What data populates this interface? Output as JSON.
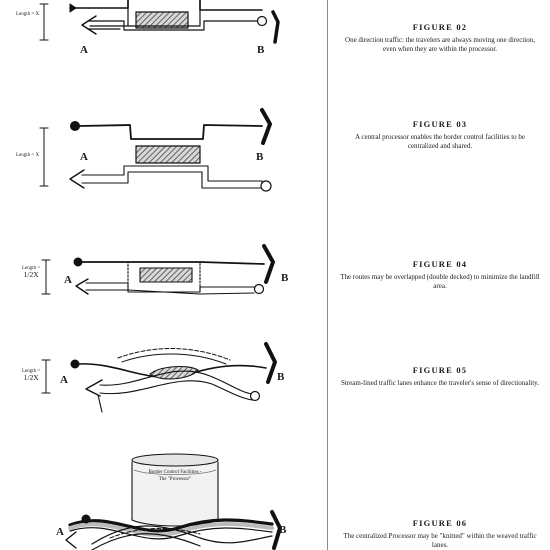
{
  "figures": [
    {
      "id": "fig02",
      "title": "FIGURE 02",
      "caption": "One direction traffic: the travelers are always moving one direction, even when they are within the processor.",
      "length_label": "Length = X",
      "a": "A",
      "b": "B"
    },
    {
      "id": "fig03",
      "title": "FIGURE 03",
      "caption": "A central processor enables the border control facilities to be centralized and shared.",
      "length_label": "Length = X",
      "a": "A",
      "b": "B"
    },
    {
      "id": "fig04",
      "title": "FIGURE 04",
      "caption": "The routes may be overlapped (double decked) to minimize the landfill area.",
      "length_label": "Length =",
      "length_value": "1/2X",
      "a": "A",
      "b": "B"
    },
    {
      "id": "fig05",
      "title": "FIGURE 05",
      "caption": "Stream-lined traffic lanes enhance the traveler's sense of directionality.",
      "length_label": "Length =",
      "length_value": "1/2X",
      "a": "A",
      "b": "B"
    },
    {
      "id": "fig06",
      "title": "FIGURE 06",
      "caption": "The centralized Processor may be \"knitted\" within the weaved traffic lanes.",
      "processor_label_1": "Border Control Facilities -",
      "processor_label_2": "The \"Processor\"",
      "a": "A",
      "b": "B"
    }
  ]
}
